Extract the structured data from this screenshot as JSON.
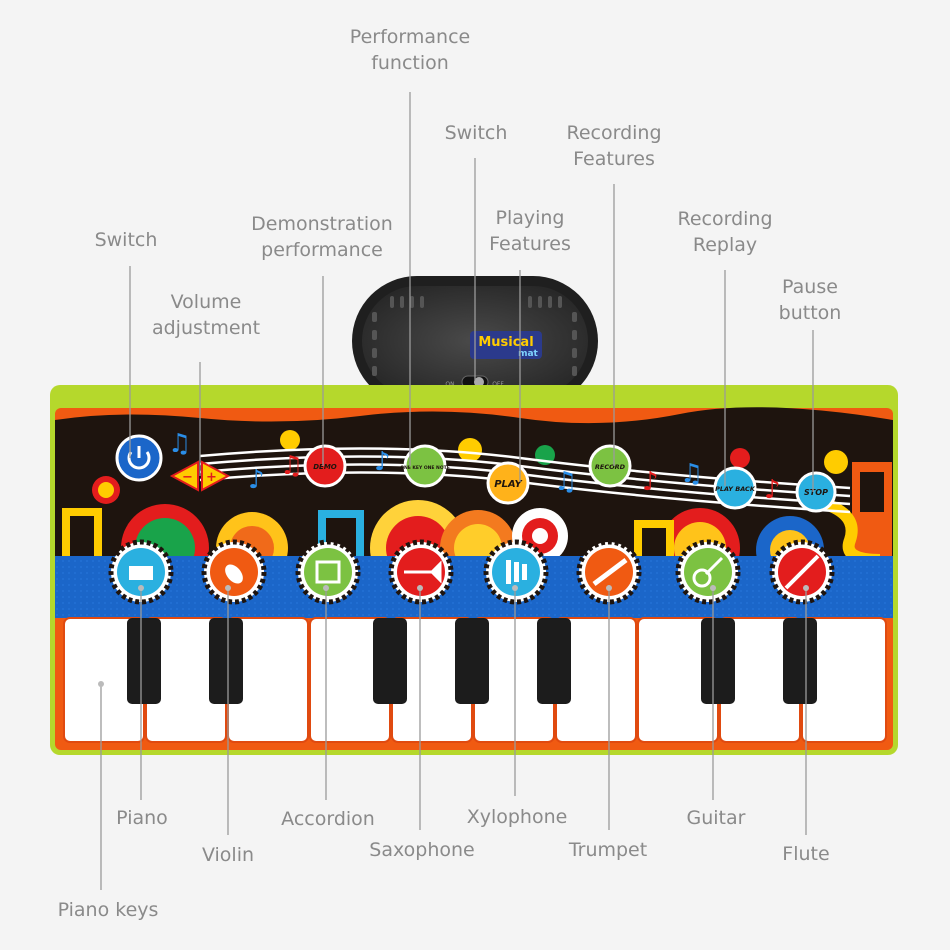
{
  "device": {
    "logo_line1": "Musical",
    "logo_line2": "mat",
    "switch_on": "ON",
    "switch_off": "OFF"
  },
  "mat_buttons": {
    "demo": "DEMO",
    "one_key": "ONE KEY ONE NOTE",
    "play": "PLAY",
    "record": "RECORD",
    "play_back": "PLAY BACK",
    "stop": "STOP"
  },
  "instruments": [
    "piano",
    "violin",
    "accordion",
    "saxophone",
    "xylophone",
    "trumpet",
    "guitar",
    "flute"
  ],
  "labels": {
    "performance_function": "Performance\nfunction",
    "switch_device": "Switch",
    "recording_features": "Recording\nFeatures",
    "demonstration_performance": "Demonstration\nperformance",
    "playing_features": "Playing\nFeatures",
    "recording_replay": "Recording\nReplay",
    "switch_power": "Switch",
    "volume_adjustment": "Volume\nadjustment",
    "pause_button": "Pause\nbutton",
    "piano": "Piano",
    "violin": "Violin",
    "accordion": "Accordion",
    "saxophone": "Saxophone",
    "xylophone": "Xylophone",
    "trumpet": "Trumpet",
    "guitar": "Guitar",
    "flute": "Flute",
    "piano_keys": "Piano keys"
  },
  "colors": {
    "mat_green": "#b5d82c",
    "mat_orange": "#f05a12",
    "band_black": "#1e140e",
    "strip_blue": "#1b66c9",
    "label_gray": "#8a8a8a",
    "line_gray": "#9a9a9a"
  }
}
